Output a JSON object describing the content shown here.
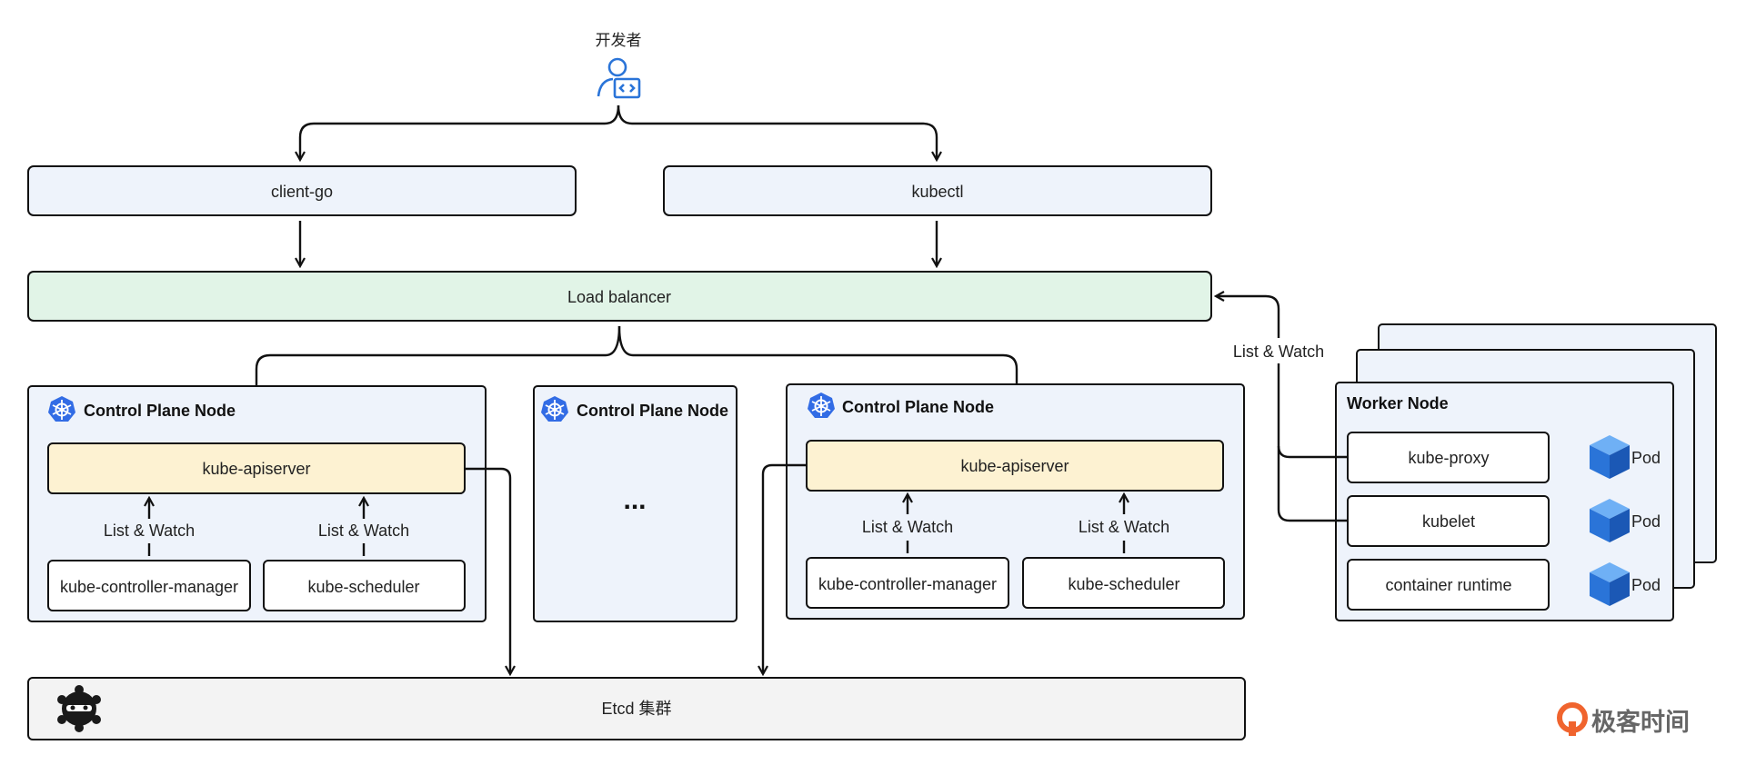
{
  "developer": {
    "label": "开发者",
    "icon": "developer-icon"
  },
  "clients": {
    "client_go": "client-go",
    "kubectl": "kubectl"
  },
  "load_balancer": {
    "label": "Load balancer"
  },
  "control_plane_nodes": [
    {
      "title": "Control Plane Node",
      "apiserver": "kube-apiserver",
      "controller_manager": "kube-controller-manager",
      "scheduler": "kube-scheduler",
      "list_watch_left": "List & Watch",
      "list_watch_right": "List & Watch"
    },
    {
      "title": "Control Plane Node",
      "ellipsis": "..."
    },
    {
      "title": "Control Plane Node",
      "apiserver": "kube-apiserver",
      "controller_manager": "kube-controller-manager",
      "scheduler": "kube-scheduler",
      "list_watch_left": "List & Watch",
      "list_watch_right": "List & Watch"
    }
  ],
  "worker_node": {
    "title": "Worker Node",
    "components": [
      "kube-proxy",
      "kubelet",
      "container runtime"
    ],
    "pods": [
      "Pod",
      "Pod",
      "Pod"
    ],
    "list_watch_label": "List & Watch"
  },
  "etcd": {
    "label": "Etcd 集群",
    "icon": "etcd-icon"
  },
  "watermark": {
    "text": "极客时间"
  },
  "colors": {
    "client_box": "#eef3fb",
    "load_balancer": "#e1f4e7",
    "node_box": "#eef3fb",
    "apiserver": "#fdf2d2",
    "etcd": "#f3f3f3",
    "k8s_blue": "#326ce5",
    "pod_blue": "#2a74d8",
    "brand_orange": "#f0642e"
  }
}
